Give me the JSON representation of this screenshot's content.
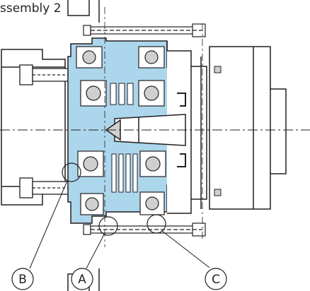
{
  "title": "ssembly 2",
  "callouts": [
    {
      "id": "B",
      "label": "B"
    },
    {
      "id": "A",
      "label": "A"
    },
    {
      "id": "C",
      "label": "C"
    }
  ],
  "colors": {
    "housing_fill": "#acd6ec",
    "line": "#231f20",
    "component_fill": "#ffffff",
    "shaded": "#cfcfcf"
  }
}
